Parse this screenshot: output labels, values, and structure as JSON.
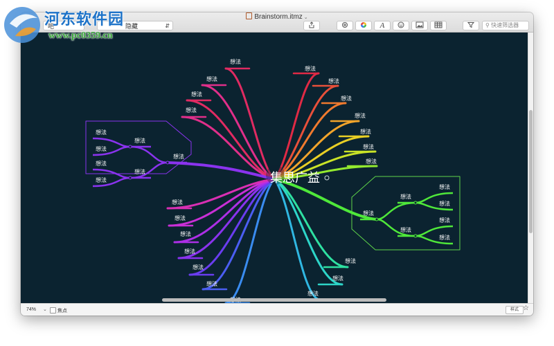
{
  "window": {
    "title": "Brainstorm.itmz",
    "toolbar": {
      "popup1_value": "吧",
      "popup2_value": "隐藏",
      "search_placeholder": "快速筛选器"
    }
  },
  "mindmap": {
    "center": "集思广益",
    "node_label": "想法",
    "branch_colors": [
      "#e02a45",
      "#e8503a",
      "#f07a2e",
      "#f2a42b",
      "#e9cf25",
      "#c9e327",
      "#93ea2f",
      "#4fe83a",
      "#34e36a",
      "#2ee0a1",
      "#2dd5c8",
      "#30b7e2",
      "#3a8cf0",
      "#4b5ef2",
      "#6a3df0",
      "#8a33ee",
      "#ad2fe6",
      "#c92fd6",
      "#d92fb3",
      "#e02f8a",
      "#e02b62"
    ]
  },
  "status": {
    "zoom": "74%",
    "focus_label": "焦点",
    "style_button": "样式"
  },
  "watermark": {
    "title": "河东软件园",
    "url": "www.pc0359.cn"
  }
}
